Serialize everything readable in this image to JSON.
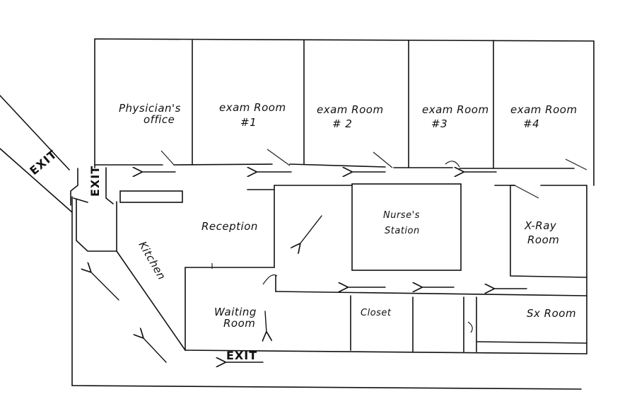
{
  "rooms": {
    "physicians_office": [
      "Physician's",
      "office"
    ],
    "exam1": [
      "exam Room",
      "#1"
    ],
    "exam2": [
      "exam Room",
      "# 2"
    ],
    "exam3": [
      "exam Room",
      "#3"
    ],
    "exam4": [
      "exam Room",
      "#4"
    ],
    "reception": "Reception",
    "nurses_station": [
      "Nurse's",
      "Station"
    ],
    "xray": [
      "X-Ray",
      "Room"
    ],
    "kitchen": "Kitchen",
    "waiting": [
      "Waiting",
      "Room"
    ],
    "closet": "Closet",
    "sx_room": "Sx Room"
  },
  "exits": {
    "exit_corridor": "EXIT",
    "exit_side": "EXIT",
    "exit_bottom": "EXIT"
  }
}
